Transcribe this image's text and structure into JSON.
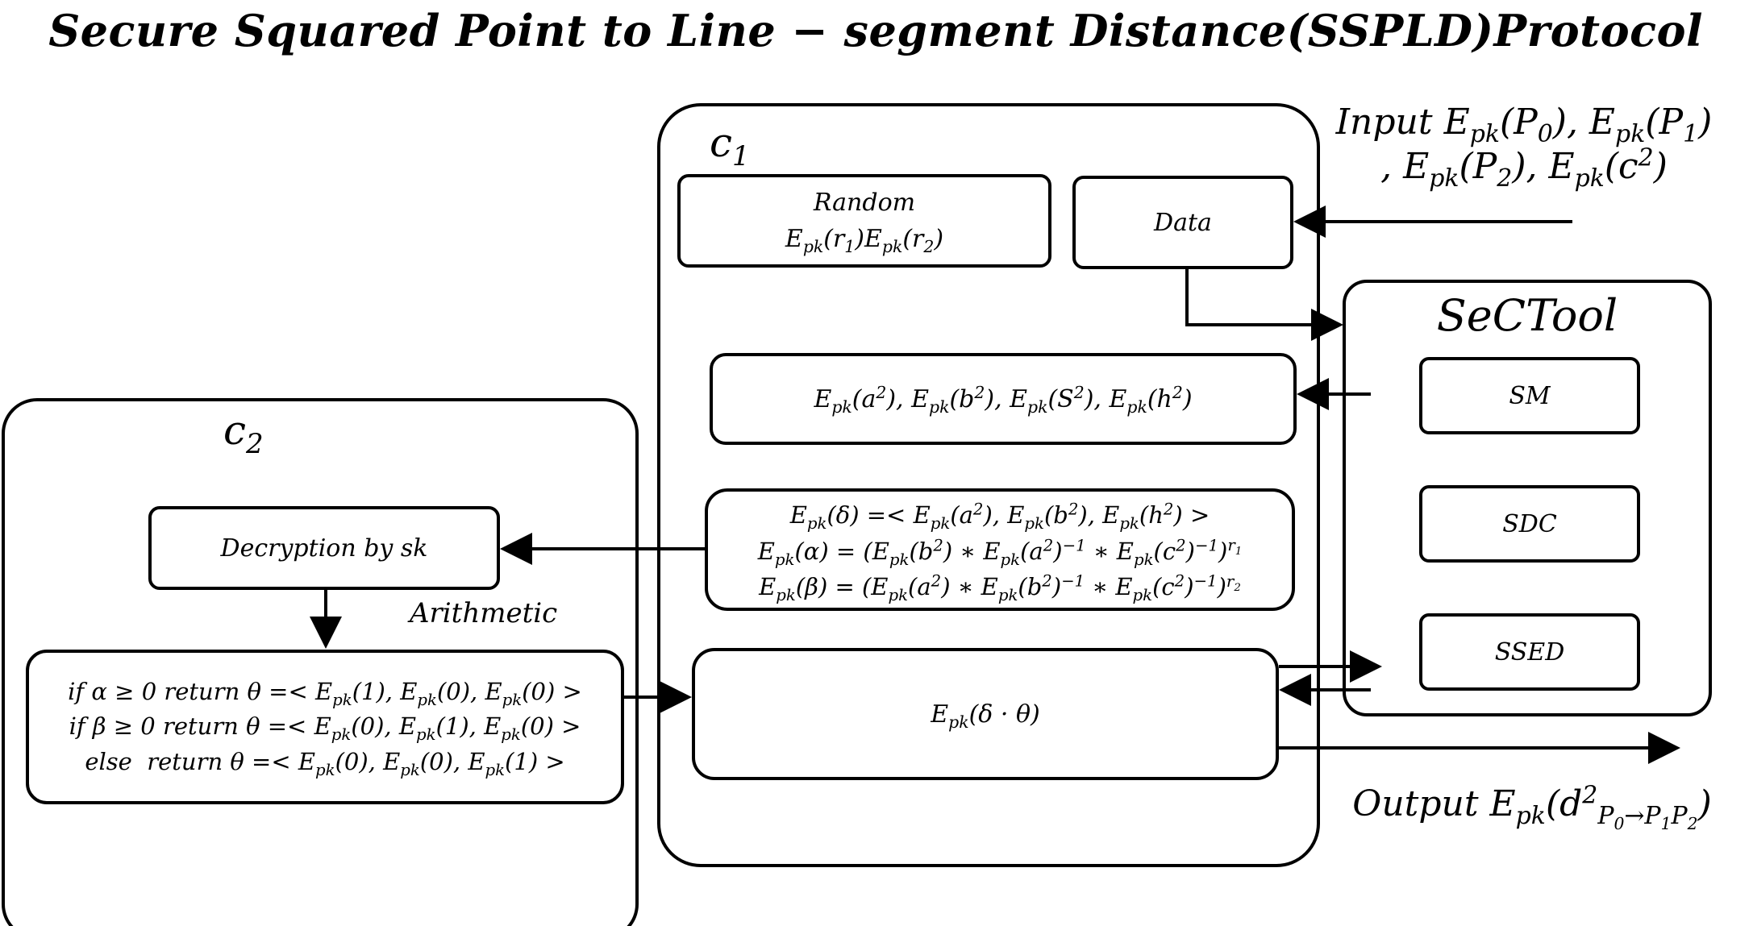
{
  "title": "Secure Squared Point to Line − segment Distance(SSPLD)Protocol",
  "c1": {
    "label": "c",
    "sub": "1"
  },
  "c2": {
    "label": "c",
    "sub": "2"
  },
  "input": {
    "line1": "Input E<sub>pk</sub>(P<sub>0</sub>), E<sub>pk</sub>(P<sub>1</sub>)",
    "line2": ", E<sub>pk</sub>(P<sub>2</sub>), E<sub>pk</sub>(c<sup>2</sup>)"
  },
  "output": "Output E<sub>pk</sub>(d<sup>2</sup><sub>P<sub>0</sub>→P<sub>1</sub>P<sub>2</sub></sub>)",
  "random_box": {
    "line1": "Random",
    "line2": "E<sub>pk</sub>(r<sub>1</sub>)E<sub>pk</sub>(r<sub>2</sub>)"
  },
  "data_box": "Data",
  "squares_box": "E<sub>pk</sub>(a<sup>2</sup>), E<sub>pk</sub>(b<sup>2</sup>), E<sub>pk</sub>(S<sup>2</sup>), E<sub>pk</sub>(h<sup>2</sup>)",
  "delta_box": {
    "line1": "E<sub>pk</sub>(δ) =&lt; E<sub>pk</sub>(a<sup>2</sup>), E<sub>pk</sub>(b<sup>2</sup>), E<sub>pk</sub>(h<sup>2</sup>) &gt;",
    "line2": "E<sub>pk</sub>(α) = (E<sub>pk</sub>(b<sup>2</sup>) ∗ E<sub>pk</sub>(a<sup>2</sup>)<sup>−1</sup> ∗ E<sub>pk</sub>(c<sup>2</sup>)<sup>−1</sup>)<sup>r<sub>1</sub></sup>",
    "line3": "E<sub>pk</sub>(β) = (E<sub>pk</sub>(a<sup>2</sup>) ∗ E<sub>pk</sub>(b<sup>2</sup>)<sup>−1</sup> ∗ E<sub>pk</sub>(c<sup>2</sup>)<sup>−1</sup>)<sup>r<sub>2</sub></sup>"
  },
  "product_box": "E<sub>pk</sub>(δ · θ)",
  "sectool": {
    "label": "SeCTool",
    "items": [
      "SM",
      "SDC",
      "SSED"
    ]
  },
  "decryption_box": "Decryption by sk",
  "arithmetic_label": "Arithmetic",
  "conditions_box": {
    "line1": "if α ≥ 0 return θ =&lt; E<sub>pk</sub>(1), E<sub>pk</sub>(0), E<sub>pk</sub>(0) &gt;",
    "line2": "if β ≥ 0 return θ =&lt; E<sub>pk</sub>(0), E<sub>pk</sub>(1), E<sub>pk</sub>(0) &gt;",
    "line3": "else&nbsp; return θ =&lt; E<sub>pk</sub>(0), E<sub>pk</sub>(0), E<sub>pk</sub>(1) &gt;"
  }
}
